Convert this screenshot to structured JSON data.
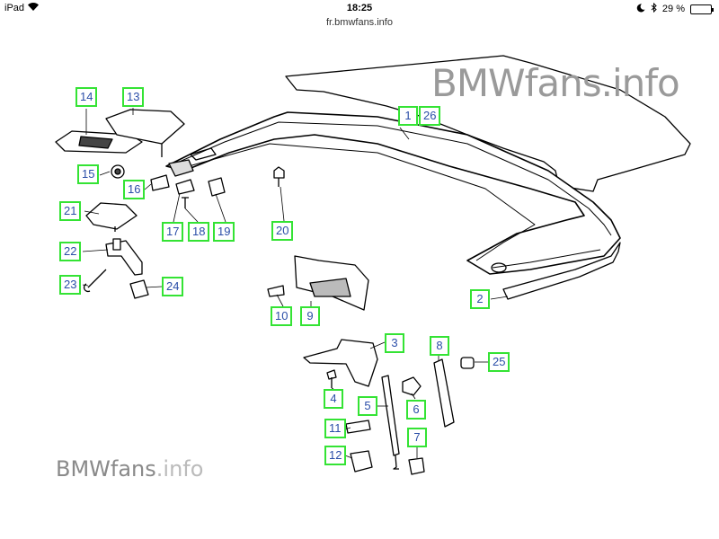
{
  "status_bar": {
    "device": "iPad",
    "time": "18:25",
    "battery": "29 %",
    "battery_level": 0.29
  },
  "browser": {
    "url": "fr.bmwfans.info"
  },
  "watermarks": {
    "top": "BMWfans.info",
    "bottom_main": "BMWfans",
    "bottom_dim": ".info"
  },
  "callouts": {
    "c1": "1",
    "c26": "26",
    "c2": "2",
    "c3": "3",
    "c4": "4",
    "c5": "5",
    "c6": "6",
    "c7": "7",
    "c8": "8",
    "c9": "9",
    "c10": "10",
    "c11": "11",
    "c12": "12",
    "c13": "13",
    "c14": "14",
    "c15": "15",
    "c16": "16",
    "c17": "17",
    "c18": "18",
    "c19": "19",
    "c20": "20",
    "c21": "21",
    "c22": "22",
    "c23": "23",
    "c24": "24",
    "c25": "25"
  }
}
